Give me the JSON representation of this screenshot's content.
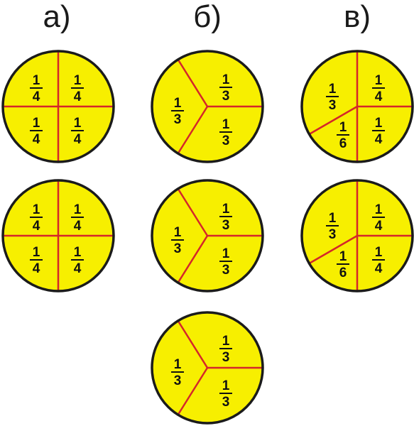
{
  "colors": {
    "fill": "#f7ef00",
    "outline": "#1b1b1b",
    "divider": "#d4262a",
    "text": "#111111"
  },
  "columns": [
    {
      "label": "а)",
      "circles": [
        {
          "type": "quarters",
          "fractions": [
            {
              "num": "1",
              "den": "4"
            },
            {
              "num": "1",
              "den": "4"
            },
            {
              "num": "1",
              "den": "4"
            },
            {
              "num": "1",
              "den": "4"
            }
          ]
        },
        {
          "type": "quarters",
          "fractions": [
            {
              "num": "1",
              "den": "4"
            },
            {
              "num": "1",
              "den": "4"
            },
            {
              "num": "1",
              "den": "4"
            },
            {
              "num": "1",
              "den": "4"
            }
          ]
        }
      ]
    },
    {
      "label": "б)",
      "circles": [
        {
          "type": "thirds",
          "fractions": [
            {
              "num": "1",
              "den": "3"
            },
            {
              "num": "1",
              "den": "3"
            },
            {
              "num": "1",
              "den": "3"
            }
          ]
        },
        {
          "type": "thirds",
          "fractions": [
            {
              "num": "1",
              "den": "3"
            },
            {
              "num": "1",
              "den": "3"
            },
            {
              "num": "1",
              "den": "3"
            }
          ]
        },
        {
          "type": "thirds",
          "fractions": [
            {
              "num": "1",
              "den": "3"
            },
            {
              "num": "1",
              "den": "3"
            },
            {
              "num": "1",
              "den": "3"
            }
          ]
        }
      ]
    },
    {
      "label": "в)",
      "circles": [
        {
          "type": "mixed",
          "fractions": [
            {
              "num": "1",
              "den": "3"
            },
            {
              "num": "1",
              "den": "4"
            },
            {
              "num": "1",
              "den": "6"
            },
            {
              "num": "1",
              "den": "4"
            }
          ]
        },
        {
          "type": "mixed",
          "fractions": [
            {
              "num": "1",
              "den": "3"
            },
            {
              "num": "1",
              "den": "4"
            },
            {
              "num": "1",
              "den": "6"
            },
            {
              "num": "1",
              "den": "4"
            }
          ]
        }
      ]
    }
  ]
}
